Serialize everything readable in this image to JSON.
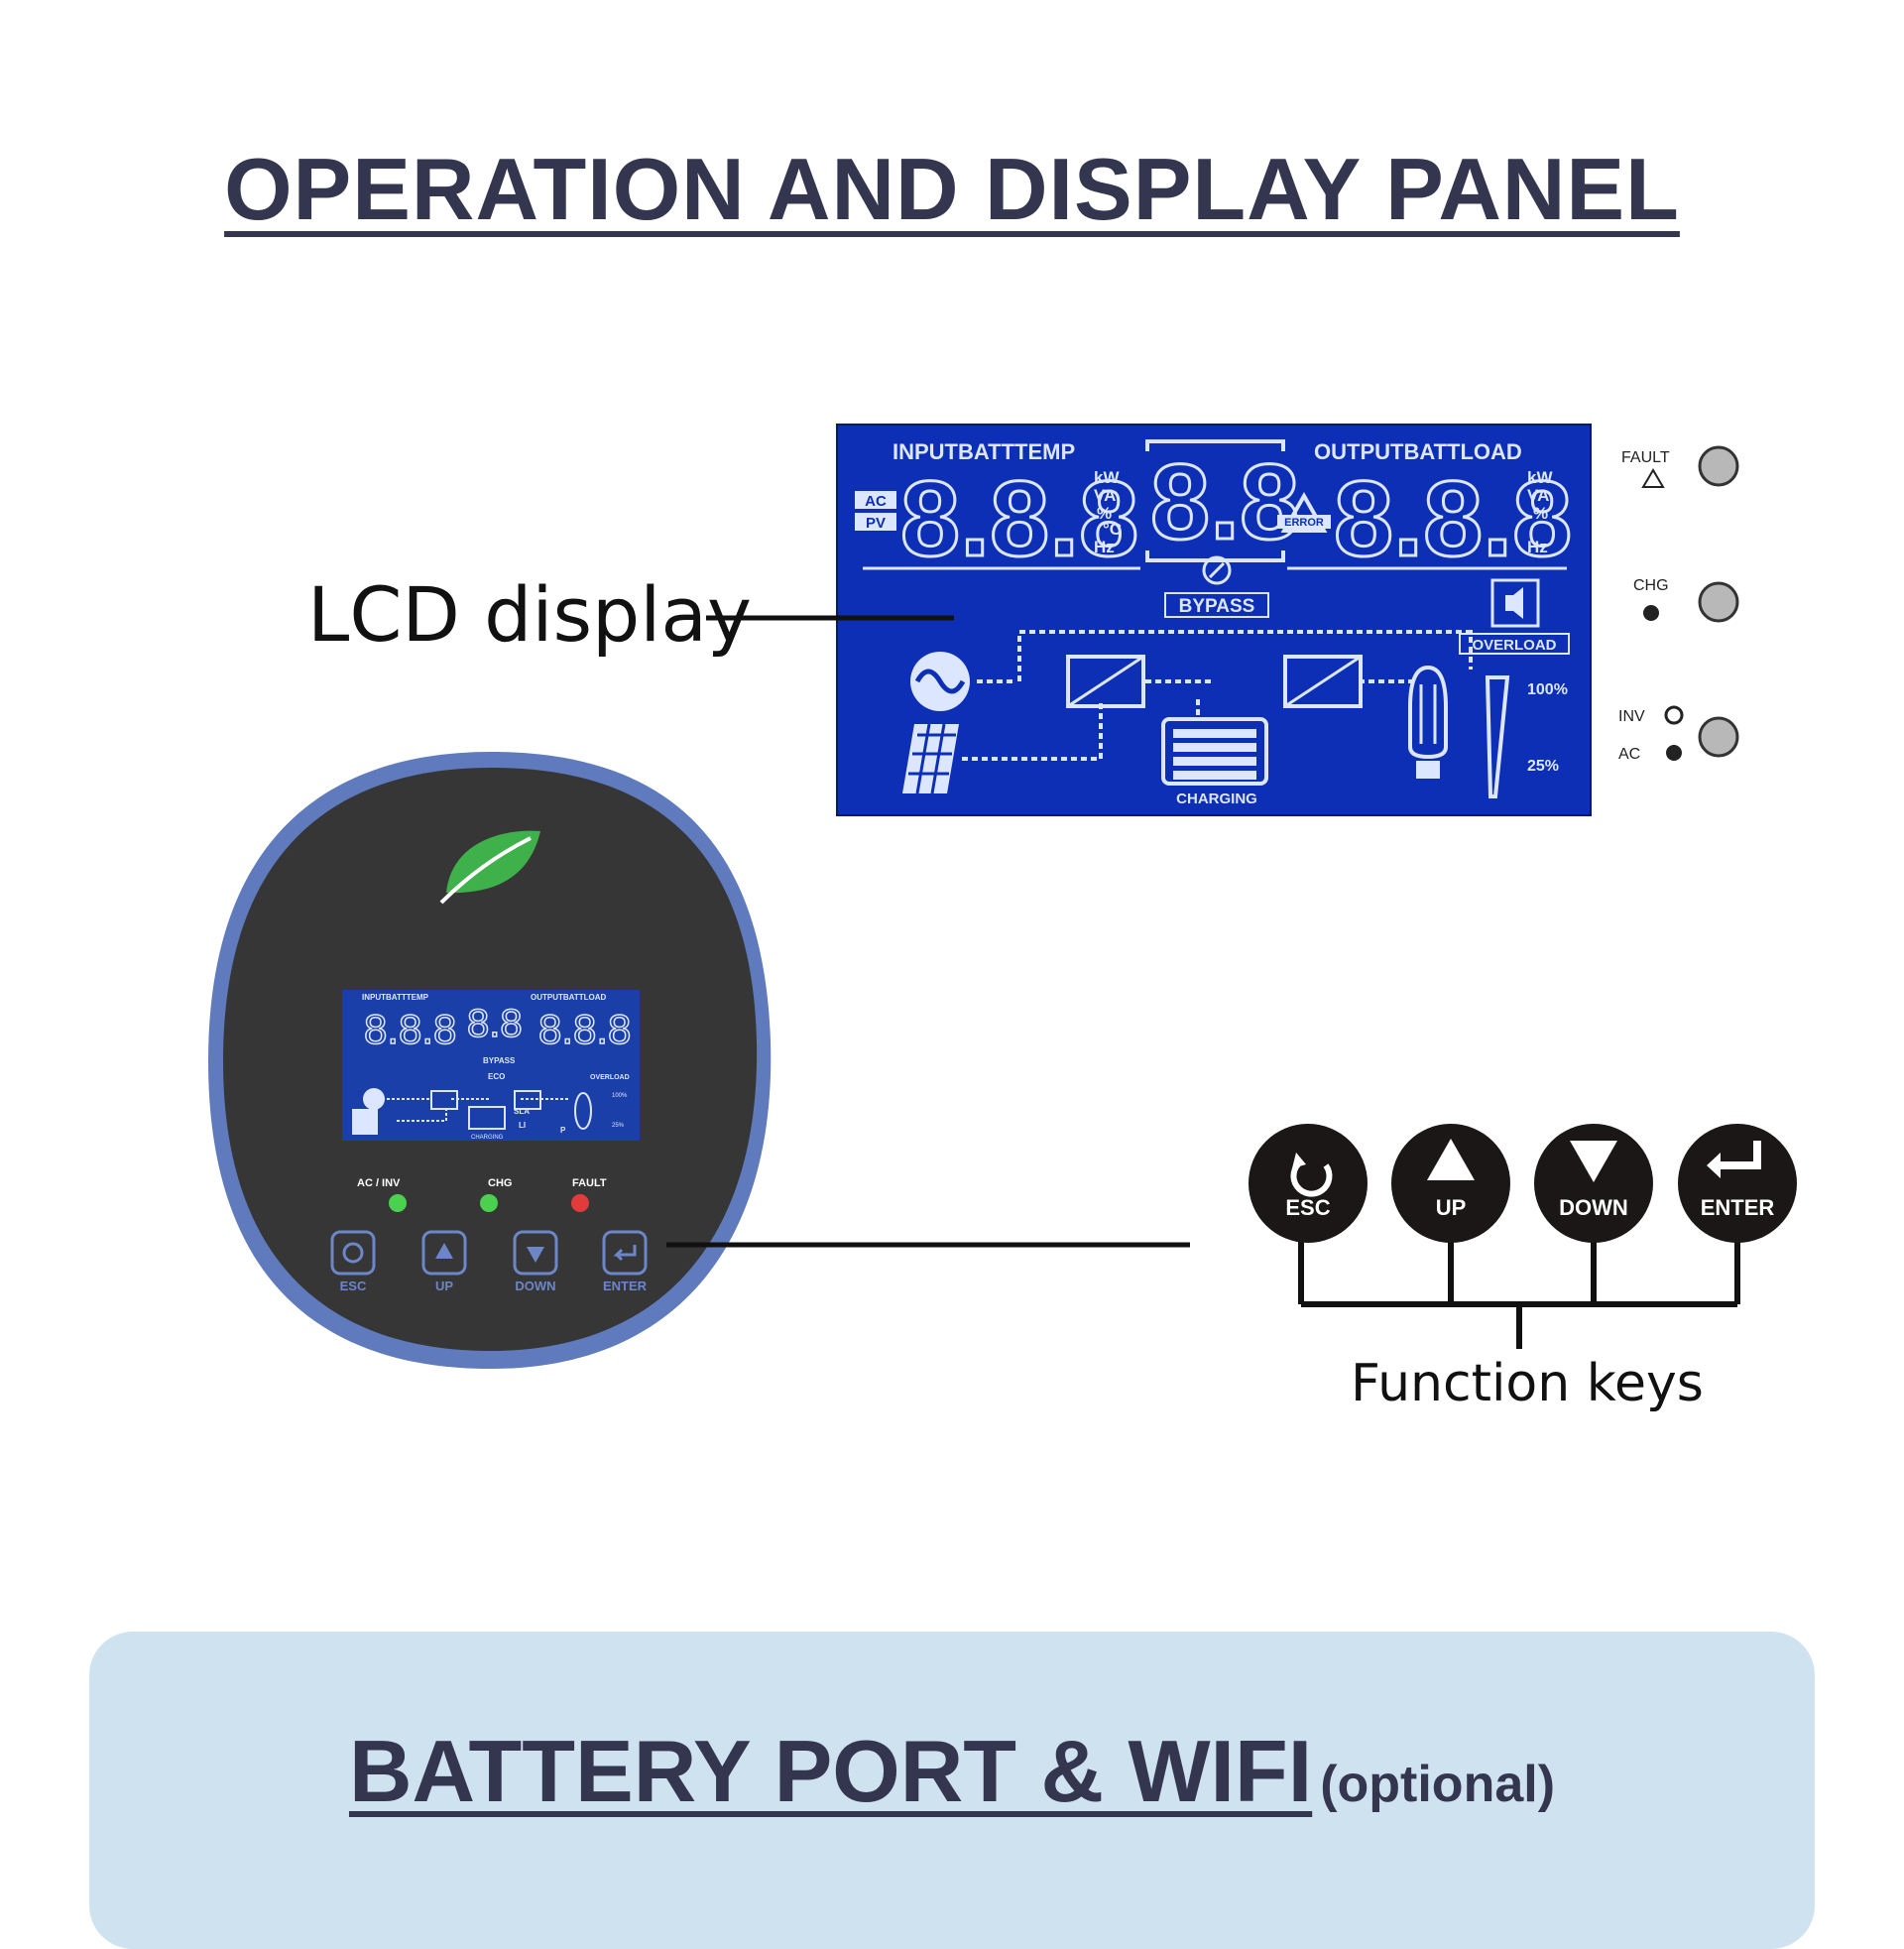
{
  "title": "OPERATION AND DISPLAY PANEL",
  "lcd_callout": "LCD display",
  "function_keys_callout": "Function keys",
  "lcd": {
    "left_header": "INPUTBATTTEMP",
    "right_header": "OUTPUTBATTLOAD",
    "left_digits": "8.8.8",
    "center_digits": "8.8",
    "right_digits": "8.8.8",
    "units_left": [
      "kW",
      "VA",
      "%",
      "°C",
      "Hz"
    ],
    "units_right": [
      "kW",
      "VA",
      "%",
      "Hz"
    ],
    "ac_tag": "AC",
    "pv_tag": "PV",
    "error_tag": "ERROR",
    "bypass": "BYPASS",
    "overload": "OVERLOAD",
    "charging": "CHARGING",
    "load_100": "100%",
    "load_25": "25%"
  },
  "indicators": {
    "fault": "FAULT",
    "chg": "CHG",
    "inv": "INV",
    "ac": "AC"
  },
  "device": {
    "led_ac_inv": "AC / INV",
    "led_chg": "CHG",
    "led_fault": "FAULT",
    "keys": [
      "ESC",
      "UP",
      "DOWN",
      "ENTER"
    ],
    "mini_left_header": "INPUTBATTTEMP",
    "mini_right_header": "OUTPUTBATTLOAD",
    "mini_bypass": "BYPASS",
    "mini_eco": "ECO",
    "mini_overload": "OVERLOAD",
    "mini_charging": "CHARGING",
    "mini_sla": "SLA",
    "mini_li": "LI",
    "mini_p": "P",
    "mini_100": "100%",
    "mini_25": "25%"
  },
  "function_keys": [
    "ESC",
    "UP",
    "DOWN",
    "ENTER"
  ],
  "colors": {
    "title": "#343650",
    "lcd_blue": "#0c2fb5",
    "device_body": "#363636",
    "device_rim": "#5f7bbd",
    "bottom_panel": "#cfe2ef",
    "leaf": "#3fb14a"
  },
  "bottom": {
    "title": "BATTERY PORT & WIFI",
    "optional": "(optional)"
  }
}
